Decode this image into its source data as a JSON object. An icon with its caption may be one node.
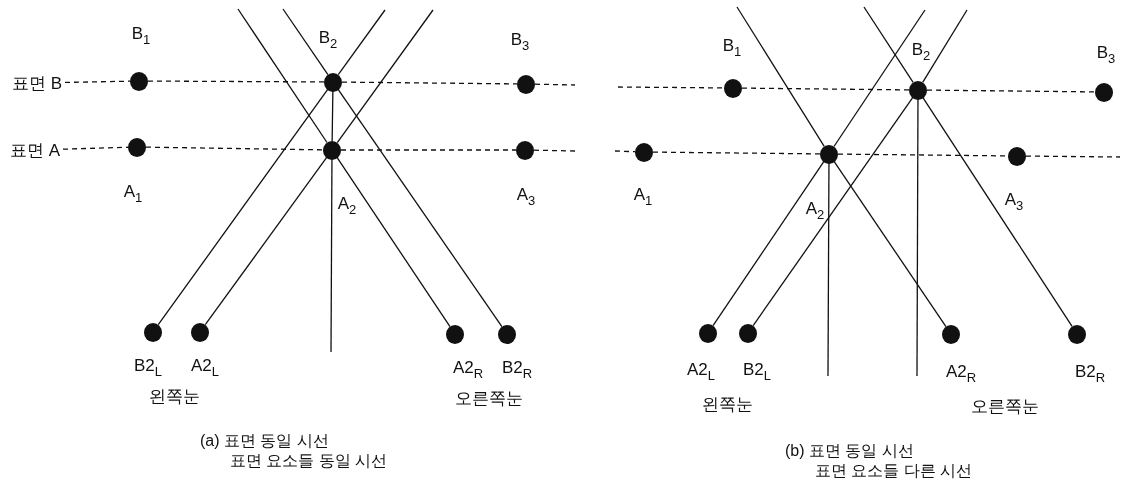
{
  "diagram": {
    "nodes": [
      {
        "text": [
          "표면 B"
        ]
      },
      {
        "text": [],
        "shape": "circle",
        "beside": [
          "B$_{1}$"
        ]
      },
      {
        "text": [],
        "shape": "circle",
        "beside": [
          "B$_{2}$"
        ]
      },
      {
        "text": [],
        "shape": "circle",
        "beside": [
          "B$_{3}$"
        ]
      },
      {
        "text": [
          "표면 A"
        ]
      },
      {
        "text": [],
        "shape": "circle",
        "beside": [
          "A$_{1}$"
        ]
      },
      {
        "text": [],
        "shape": "circle",
        "beside": [
          "A$_{2}$"
        ]
      },
      {
        "text": [],
        "shape": "circle",
        "beside": [
          "A$_{3}$"
        ]
      },
      {
        "text": [],
        "shape": "circle",
        "beside": [
          "B2$_{L}$"
        ]
      },
      {
        "text": [],
        "shape": "circle",
        "beside": [
          "A2$_{L}$"
        ]
      },
      {
        "text": [],
        "shape": "circle",
        "beside": [
          "A2$_{R}$"
        ]
      },
      {
        "text": [],
        "shape": "circle",
        "beside": [
          "B2$_{R}$"
        ]
      },
      {
        "text": [],
        "shape": "circle",
        "beside": [
          "B$_{1}$"
        ]
      },
      {
        "text": [],
        "shape": "circle",
        "beside": [
          "B$_{2}$"
        ]
      },
      {
        "text": [],
        "shape": "circle",
        "beside": [
          "B$_{3}$"
        ]
      },
      {
        "text": [],
        "shape": "circle",
        "beside": [
          "A$_{1}$"
        ]
      },
      {
        "text": [],
        "shape": "circle",
        "beside": [
          "A$_{2}$"
        ]
      },
      {
        "text": [],
        "shape": "circle",
        "beside": [
          "A$_{3}$"
        ]
      },
      {
        "text": [],
        "shape": "circle",
        "beside": [
          "A2$_{L}$"
        ]
      },
      {
        "text": [],
        "shape": "circle",
        "beside": [
          "B2$_{L}$"
        ]
      },
      {
        "text": [],
        "shape": "circle",
        "beside": [
          "A2$_{R}$"
        ]
      },
      {
        "text": [],
        "shape": "circle",
        "beside": [
          "B2$_{R}$"
        ]
      }
    ],
    "edges": [
      {
        "from": 0,
        "to": 1,
        "arrow": "none",
        "style": "dashed"
      },
      {
        "from": 1,
        "to": 2,
        "arrow": "none",
        "style": "dashed"
      },
      {
        "from": 2,
        "to": 3,
        "arrow": "none",
        "style": "dashed"
      },
      {
        "from": 3,
        "to": null,
        "arrow": "none",
        "style": "dashed"
      },
      {
        "from": 4,
        "to": 5,
        "arrow": "none",
        "style": "dashed"
      },
      {
        "from": 5,
        "to": 6,
        "arrow": "none",
        "style": "dashed"
      },
      {
        "from": 6,
        "to": 7,
        "arrow": "none",
        "style": "dashed"
      },
      {
        "from": 7,
        "to": null,
        "arrow": "none",
        "style": "dashed"
      },
      {
        "from": 8,
        "to": 2,
        "arrow": "none"
      },
      {
        "from": 2,
        "to": null,
        "arrow": "none"
      },
      {
        "from": 9,
        "to": 6,
        "arrow": "none"
      },
      {
        "from": 6,
        "to": null,
        "arrow": "none"
      },
      {
        "from": 10,
        "to": 6,
        "arrow": "none"
      },
      {
        "from": 6,
        "to": null,
        "arrow": "none"
      },
      {
        "from": 11,
        "to": 2,
        "arrow": "none"
      },
      {
        "from": 2,
        "to": null,
        "arrow": "none"
      },
      {
        "from": 2,
        "to": 6,
        "arrow": "none"
      },
      {
        "from": 6,
        "to": null,
        "arrow": "none"
      },
      {
        "from": null,
        "to": 12,
        "arrow": "none",
        "style": "dashed"
      },
      {
        "from": 12,
        "to": 13,
        "arrow": "none",
        "style": "dashed"
      },
      {
        "from": 13,
        "to": 14,
        "arrow": "none",
        "style": "dashed"
      },
      {
        "from": null,
        "to": 15,
        "arrow": "none",
        "style": "dashed"
      },
      {
        "from": 15,
        "to": 16,
        "arrow": "none",
        "style": "dashed"
      },
      {
        "from": 16,
        "to": 17,
        "arrow": "none",
        "style": "dashed"
      },
      {
        "from": 17,
        "to": null,
        "arrow": "none",
        "style": "dashed"
      },
      {
        "from": 18,
        "to": 16,
        "arrow": "none"
      },
      {
        "from": 16,
        "to": null,
        "arrow": "none"
      },
      {
        "from": 19,
        "to": 13,
        "arrow": "none"
      },
      {
        "from": 13,
        "to": null,
        "arrow": "none"
      },
      {
        "from": 20,
        "to": 16,
        "arrow": "none"
      },
      {
        "from": 16,
        "to": null,
        "arrow": "none"
      },
      {
        "from": 21,
        "to": 13,
        "arrow": "none"
      },
      {
        "from": 13,
        "to": null,
        "arrow": "none"
      },
      {
        "from": 16,
        "to": null,
        "arrow": "none"
      },
      {
        "from": 13,
        "to": null,
        "arrow": "none"
      }
    ],
    "labels": [
      "왼쪽눈",
      "오른쪽눈",
      "(a) 표면 동일 시선 표면 요소들 동일 시선",
      "왼쪽눈",
      "오른쪽눈",
      "(b) 표면 동일 시선 표면 요소들 다른 시선"
    ]
  }
}
